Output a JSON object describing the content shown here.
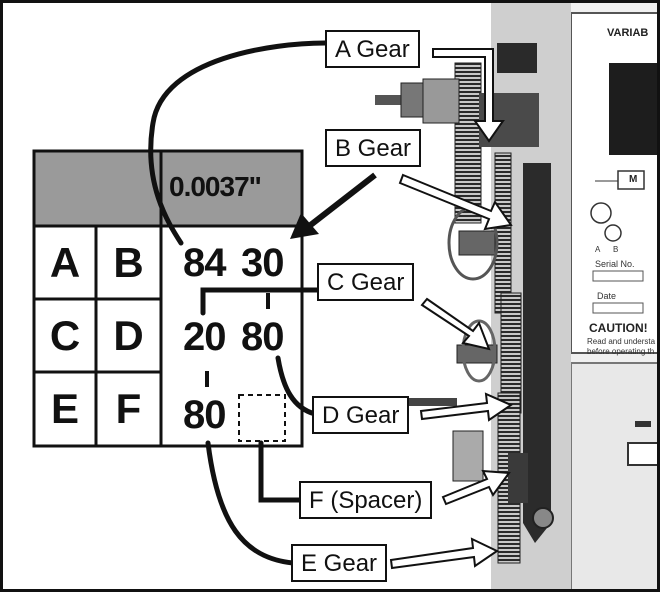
{
  "plate": {
    "title": "VARIAB",
    "serial_label": "Serial No.",
    "date_label": "Date",
    "caution": "CAUTION!",
    "caution_line1": "Read and understa",
    "caution_line2": "before operating th",
    "motor_mark": "M",
    "gear_mark_a": "A",
    "gear_mark_b": "B"
  },
  "chart": {
    "pitch": "0.0037\"",
    "positions": [
      {
        "left": "A",
        "right": "B",
        "value_left": "84",
        "value_right": "30"
      },
      {
        "left": "C",
        "right": "D",
        "value_left": "20",
        "value_right": "80"
      },
      {
        "left": "E",
        "right": "F",
        "value_left": "80",
        "value_right": ""
      }
    ]
  },
  "labels": {
    "a_gear": "A Gear",
    "b_gear": "B Gear",
    "c_gear": "C Gear",
    "d_gear": "D Gear",
    "f_spacer": "F (Spacer)",
    "e_gear": "E Gear"
  }
}
